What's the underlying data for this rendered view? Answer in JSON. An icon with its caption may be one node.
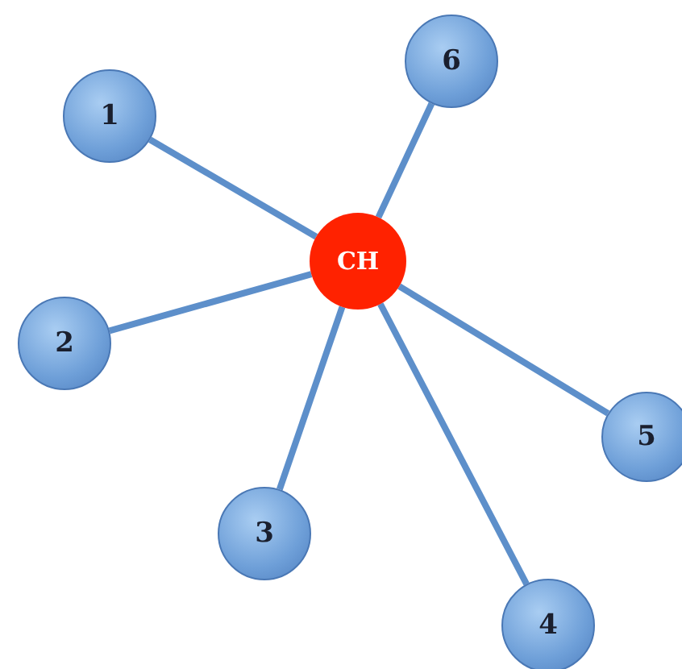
{
  "diagram": {
    "nodes": [
      {
        "text": [
          "6"
        ]
      },
      {
        "text": [
          "1"
        ]
      },
      {
        "text": [
          "CH"
        ]
      },
      {
        "text": [
          "2"
        ]
      },
      {
        "text": [
          "5"
        ]
      },
      {
        "text": [
          "3"
        ]
      },
      {
        "text": [
          "4"
        ]
      }
    ],
    "edges": [
      {
        "from": 2,
        "to": 0,
        "arrow": "none"
      },
      {
        "from": 2,
        "to": 1,
        "arrow": "none"
      },
      {
        "from": 2,
        "to": 3,
        "arrow": "none"
      },
      {
        "from": 2,
        "to": 4,
        "arrow": "none"
      },
      {
        "from": 2,
        "to": 5,
        "arrow": "none"
      },
      {
        "from": 2,
        "to": 6,
        "arrow": "none"
      }
    ]
  }
}
